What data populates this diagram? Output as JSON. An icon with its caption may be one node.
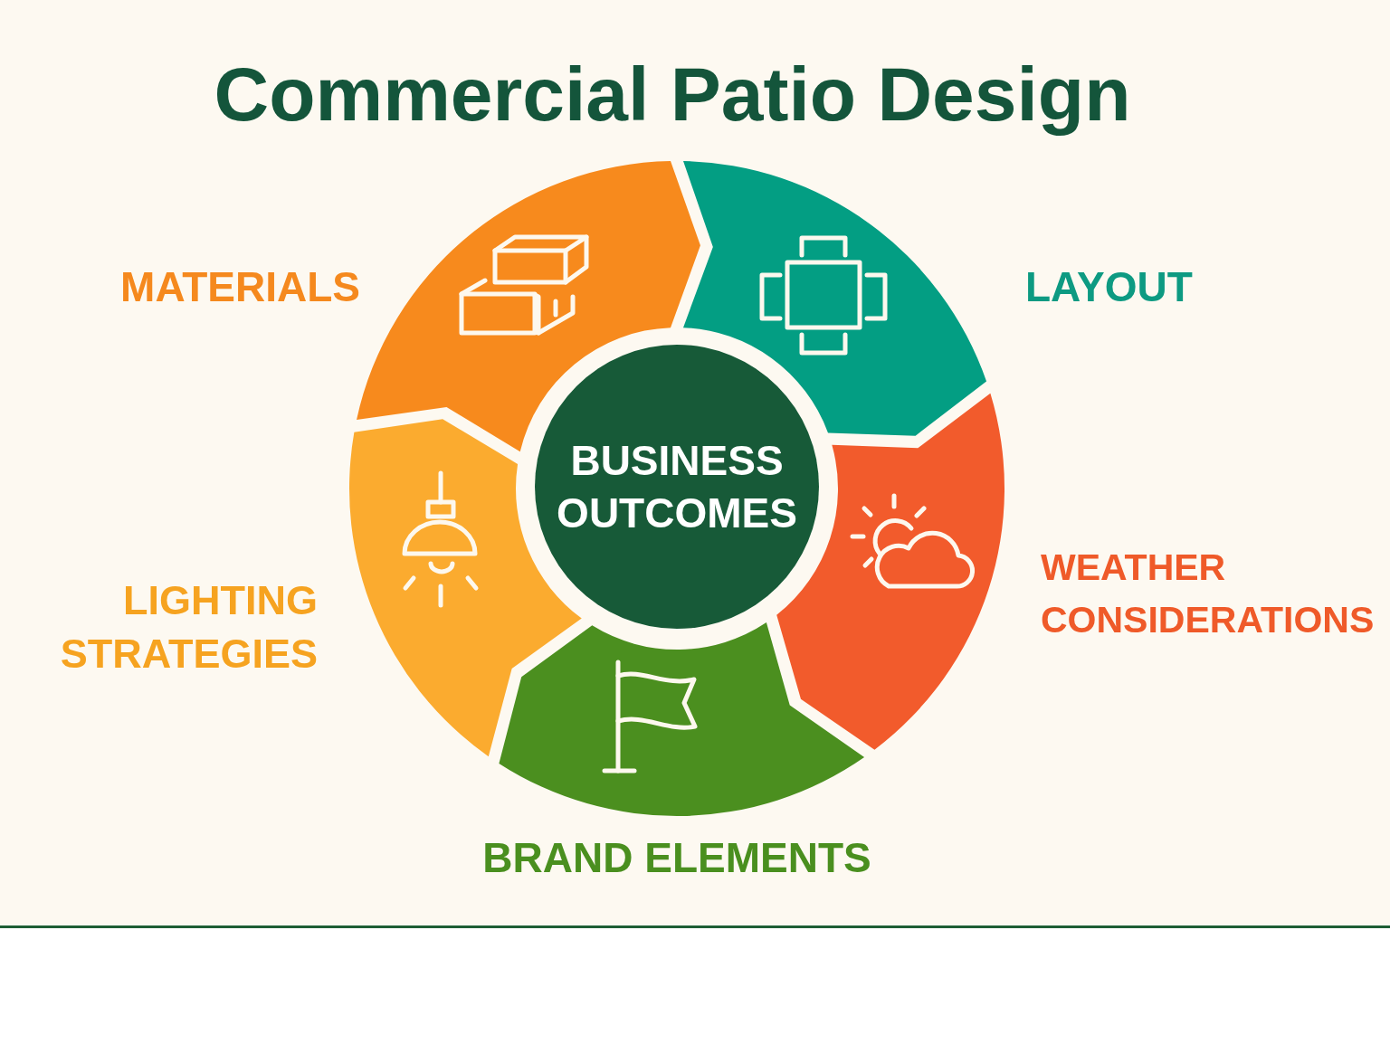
{
  "diagram": {
    "title": "Commercial Patio Design",
    "nodes": [
      {
        "text": [
          "MATERIALS"
        ]
      },
      {
        "text": [
          "LAYOUT"
        ]
      },
      {
        "text": [
          "BUSINESS OUTCOMES"
        ]
      },
      {
        "text": [
          "LIGHTING STRATEGIES"
        ]
      },
      {
        "text": [
          "WEATHER CONSIDERATIONS"
        ]
      },
      {
        "text": [
          "BRAND ELEMENTS"
        ]
      }
    ]
  }
}
